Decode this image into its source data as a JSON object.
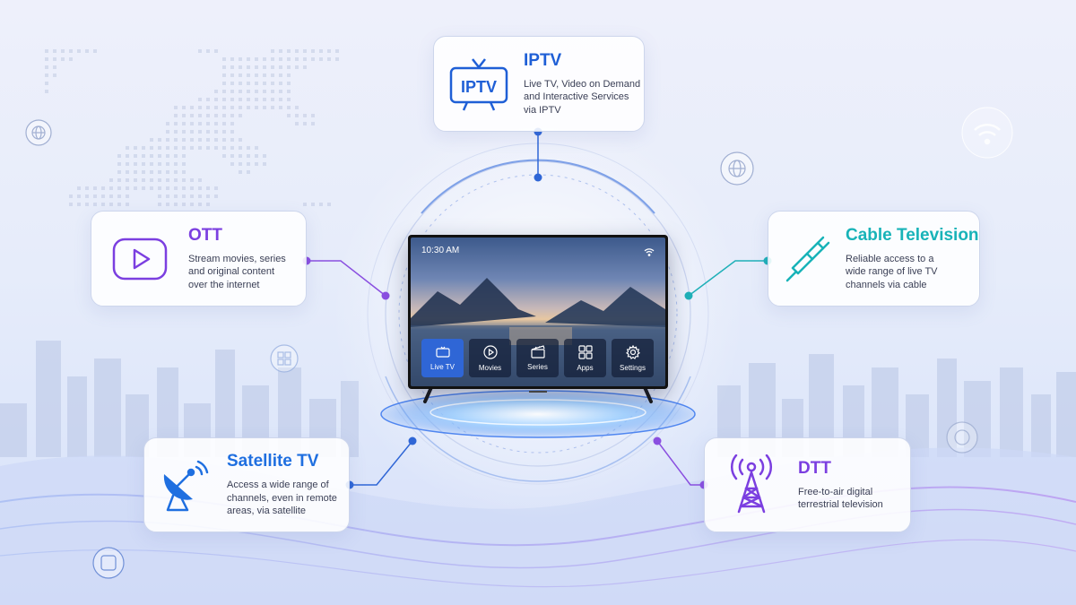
{
  "tv": {
    "time": "10:30 AM",
    "menu": [
      {
        "label": "Live TV",
        "icon": "tv-icon",
        "active": true
      },
      {
        "label": "Movies",
        "icon": "play-circle-icon",
        "active": false
      },
      {
        "label": "Series",
        "icon": "clapperboard-icon",
        "active": false
      },
      {
        "label": "Apps",
        "icon": "grid-icon",
        "active": false
      },
      {
        "label": "Settings",
        "icon": "gear-icon",
        "active": false
      }
    ]
  },
  "cards": {
    "iptv": {
      "title": "IPTV",
      "icon_text": "IPTV",
      "desc": [
        "Live TV, Video on Demand",
        "and Interactive Services",
        "via IPTV"
      ],
      "color": "#1f5fd6"
    },
    "ott": {
      "title": "OTT",
      "desc": [
        "Stream movies, series",
        "and original content",
        "over the internet"
      ],
      "color": "#7b3fe0"
    },
    "cable": {
      "title": "Cable Television",
      "desc": [
        "Reliable access to a",
        "wide range of live TV",
        "channels via cable"
      ],
      "color": "#18b3b8"
    },
    "satellite": {
      "title": "Satellite TV",
      "desc": [
        "Access a wide range of",
        "channels, even in remote",
        "areas, via satellite"
      ],
      "color": "#1f6fe0"
    },
    "dtt": {
      "title": "DTT",
      "desc": [
        "Free-to-air digital",
        "terrestrial television"
      ],
      "color": "#7b3fe0"
    }
  }
}
